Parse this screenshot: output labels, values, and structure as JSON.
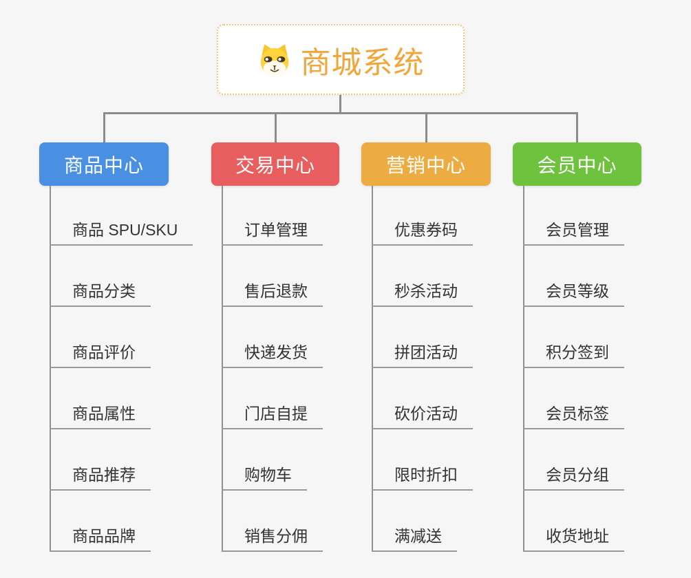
{
  "root": {
    "title": "商城系统",
    "icon": "dog-icon",
    "title_color": "#f0a63b",
    "border_color": "#f5c57a"
  },
  "connector_color": "#8c8c8c",
  "background_color": "#f6f6f6",
  "branches": [
    {
      "label": "商品中心",
      "color": "#4a90e2",
      "items": [
        "商品 SPU/SKU",
        "商品分类",
        "商品评价",
        "商品属性",
        "商品推荐",
        "商品品牌"
      ]
    },
    {
      "label": "交易中心",
      "color": "#e85d5d",
      "items": [
        "订单管理",
        "售后退款",
        "快递发货",
        "门店自提",
        "购物车",
        "销售分佣"
      ]
    },
    {
      "label": "营销中心",
      "color": "#ecac41",
      "items": [
        "优惠券码",
        "秒杀活动",
        "拼团活动",
        "砍价活动",
        "限时折扣",
        "满减送"
      ]
    },
    {
      "label": "会员中心",
      "color": "#6fc23d",
      "items": [
        "会员管理",
        "会员等级",
        "积分签到",
        "会员标签",
        "会员分组",
        "收货地址"
      ]
    }
  ]
}
